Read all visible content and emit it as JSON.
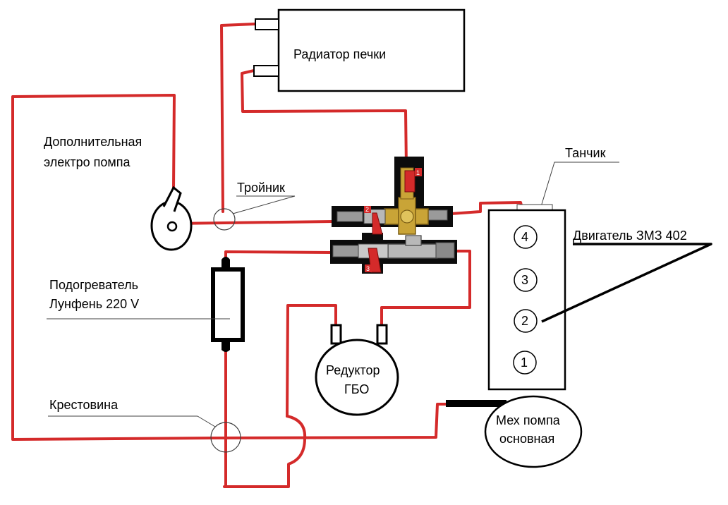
{
  "labels": {
    "radiator": "Радиатор печки",
    "extra_pump_1": "Дополнительная",
    "extra_pump_2": "электро помпа",
    "tee": "Тройник",
    "tank": "Танчик",
    "engine": "Двигатель ЗМЗ 402",
    "heater_1": "Подогреватель",
    "heater_2": "Лунфень 220 V",
    "reducer_1": "Редуктор",
    "reducer_2": "ГБО",
    "crosspiece": "Крестовина",
    "mech_pump_1": "Мех помпа",
    "mech_pump_2": "основная"
  },
  "cylinders": [
    "4",
    "3",
    "2",
    "1"
  ],
  "valves": [
    "1",
    "2",
    "3"
  ],
  "colors": {
    "pipe": "#d42a2a",
    "outline": "#000000",
    "valve_handle": "#d42a2a",
    "brass": "#c9a437",
    "steel": "#b8b8b8",
    "annotation": "#404040"
  }
}
